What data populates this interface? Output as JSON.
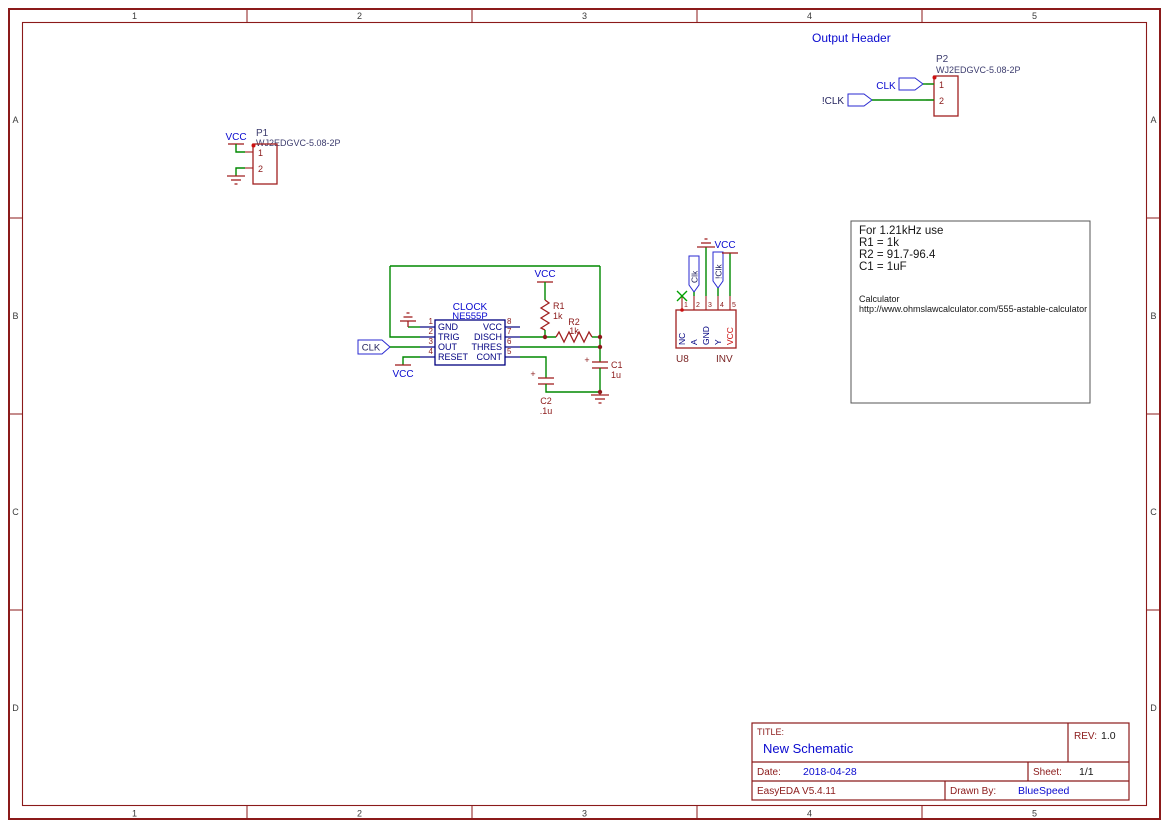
{
  "sheet": {
    "columns": [
      "1",
      "2",
      "3",
      "4",
      "5"
    ],
    "rows": [
      "A",
      "B",
      "C",
      "D"
    ]
  },
  "header": {
    "output_header": "Output Header"
  },
  "p1": {
    "ref": "P1",
    "part": "WJ2EDGVC-5.08-2P",
    "pin1": "1",
    "pin2": "2",
    "vcc": "VCC"
  },
  "p2": {
    "ref": "P2",
    "part": "WJ2EDGVC-5.08-2P",
    "pin1": "1",
    "pin2": "2",
    "clk": "CLK",
    "nclk": "!CLK"
  },
  "timer": {
    "name": "CLOCK",
    "part": "NE555P",
    "left_pins": [
      {
        "n": "1",
        "name": "GND"
      },
      {
        "n": "2",
        "name": "TRIG"
      },
      {
        "n": "3",
        "name": "OUT"
      },
      {
        "n": "4",
        "name": "RESET"
      }
    ],
    "right_pins": [
      {
        "n": "8",
        "name": "VCC"
      },
      {
        "n": "7",
        "name": "DISCH"
      },
      {
        "n": "6",
        "name": "THRES"
      },
      {
        "n": "5",
        "name": "CONT"
      }
    ],
    "vcc_top": "VCC",
    "vcc_reset": "VCC",
    "clk": "CLK",
    "r1": {
      "ref": "R1",
      "val": "1k"
    },
    "r2": {
      "ref": "R2",
      "val": "1k"
    },
    "c1": {
      "ref": "C1",
      "val": "1u",
      "pol": "+"
    },
    "c2": {
      "ref": "C2",
      "val": ".1u",
      "pol": "+"
    }
  },
  "inverter": {
    "ref": "U8",
    "part": "INV",
    "pin_names": [
      "NC",
      "A",
      "GND",
      "Y",
      "VCC"
    ],
    "pin_numbers": [
      "1",
      "2",
      "3",
      "4",
      "5"
    ],
    "clk": "Clk",
    "nclk": "!Clk",
    "vcc": "VCC"
  },
  "note": {
    "lines": [
      "For 1.21kHz use",
      "R1 = 1k",
      "R2 = 91.7-96.4",
      "C1 = 1uF"
    ],
    "calc_label": "Calculator",
    "calc_url": "http://www.ohmslawcalculator.com/555-astable-calculator"
  },
  "title_block": {
    "title_label": "TITLE:",
    "title": "New Schematic",
    "rev_label": "REV:",
    "rev": "1.0",
    "date_label": "Date:",
    "date": "2018-04-28",
    "sheet_label": "Sheet:",
    "sheet": "1/1",
    "software": "EasyEDA V5.4.11",
    "drawn_by_label": "Drawn By:",
    "drawn_by": "BlueSpeed"
  },
  "colors": {
    "wire": "#008800",
    "symbol": "#a02020",
    "net_label": "#0909cf",
    "frame": "#8b1a1a"
  }
}
